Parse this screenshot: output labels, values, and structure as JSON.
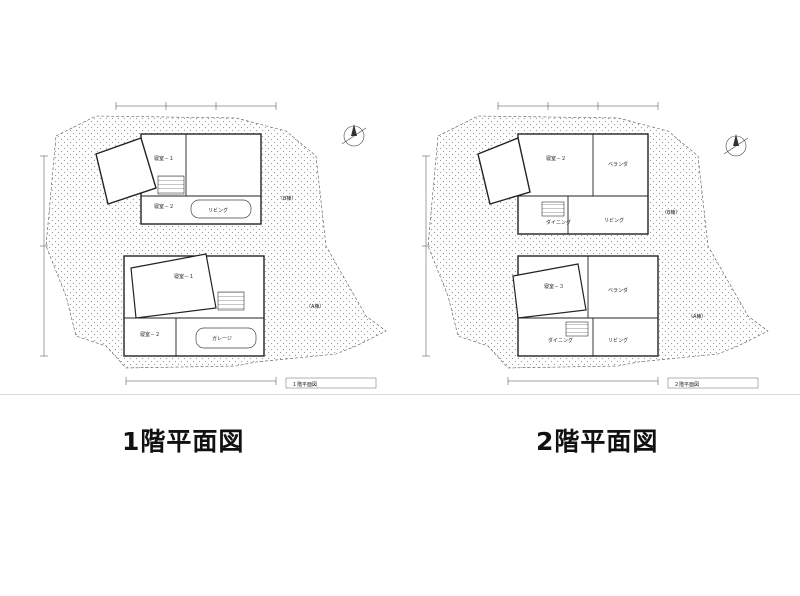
{
  "captions": {
    "floor1": "1階平面図",
    "floor2": "2階平面図"
  },
  "floor1": {
    "upper_unit": {
      "room_a": "寝室－１",
      "room_b": "寝室－２",
      "room_c": "リビング",
      "tag": "（B棟）"
    },
    "lower_unit": {
      "room_a": "寝室－１",
      "room_b": "寝室－２",
      "room_c": "ガレージ",
      "tag": "（A棟）"
    },
    "title_block": "１階平面図"
  },
  "floor2": {
    "upper_unit": {
      "room_a": "寝室－２",
      "room_b": "ベランダ",
      "room_c": "ダイニング",
      "room_d": "リビング",
      "tag": "（B棟）"
    },
    "lower_unit": {
      "room_a": "寝室－３",
      "room_b": "ベランダ",
      "room_c": "ダイニング",
      "room_d": "リビング",
      "tag": "（A棟）"
    },
    "title_block": "２階平面図"
  },
  "colors": {
    "line": "#333333",
    "hatch": "#bcbcbc",
    "background": "#ffffff"
  }
}
